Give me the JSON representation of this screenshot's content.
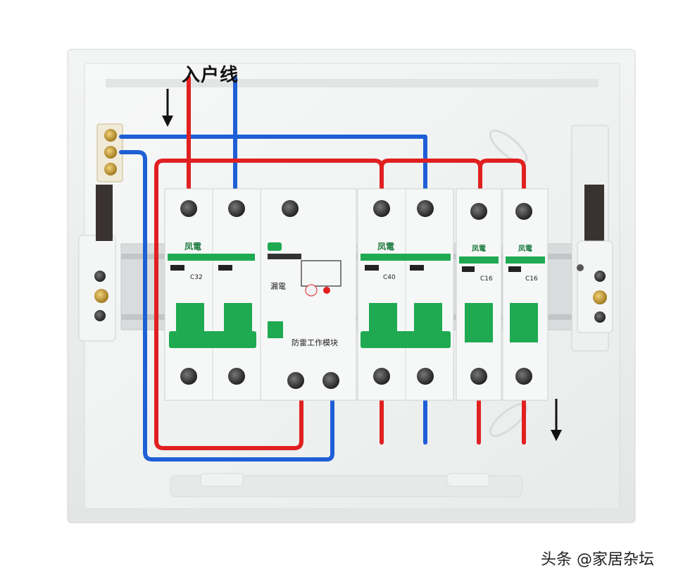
{
  "labels": {
    "incoming_wire": "入户线",
    "watermark": "头条 @家居杂坛"
  },
  "breakers": [
    {
      "brand": "凤電",
      "rating": "C32"
    },
    {
      "brand": "凤電",
      "rating": "C40"
    },
    {
      "brand": "凤電",
      "rating": "C16"
    },
    {
      "brand": "凤電",
      "rating": "C16"
    }
  ],
  "rcd": {
    "label": "漏電",
    "bottom_label": "防雷工作模块"
  },
  "colors": {
    "live_wire": "#e02020",
    "neutral_wire": "#1f5fd6",
    "breaker_green": "#1faa52",
    "enclosure": "#eceeee"
  },
  "icons": [
    "arrow-down-icon",
    "terminal-screw-icon",
    "din-rail-clamp-icon"
  ]
}
